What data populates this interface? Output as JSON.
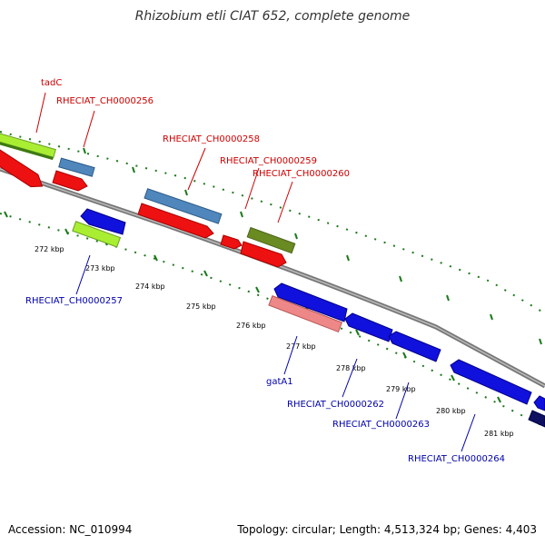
{
  "title": "Rhizobium etli CIAT 652, complete genome",
  "footer": {
    "accession": "Accession: NC_010994",
    "summary": "Topology: circular; Length: 4,513,324 bp; Genes: 4,403"
  },
  "ticks": [
    "272 kbp",
    "273 kbp",
    "274 kbp",
    "275 kbp",
    "276 kbp",
    "277 kbp",
    "278 kbp",
    "279 kbp",
    "280 kbp",
    "281 kbp"
  ],
  "labels_forward": [
    "tadC",
    "RHECIAT_CH0000256",
    "RHECIAT_CH0000258",
    "RHECIAT_CH0000259",
    "RHECIAT_CH0000260"
  ],
  "labels_reverse": [
    "RHECIAT_CH0000257",
    "gatA1",
    "RHECIAT_CH0000262",
    "RHECIAT_CH0000263",
    "RHECIAT_CH0000264"
  ],
  "colors": {
    "backbone": "#888888",
    "dots": "#1a7a1a",
    "forward_label": "#cc0000",
    "reverse_label": "#0000aa",
    "cds_red": "#ee1111",
    "cds_blue": "#1111dd",
    "steel_blue": "#4f87bc",
    "lime": "#aaee33",
    "olive": "#6a8a22",
    "pink": "#ee8888"
  }
}
